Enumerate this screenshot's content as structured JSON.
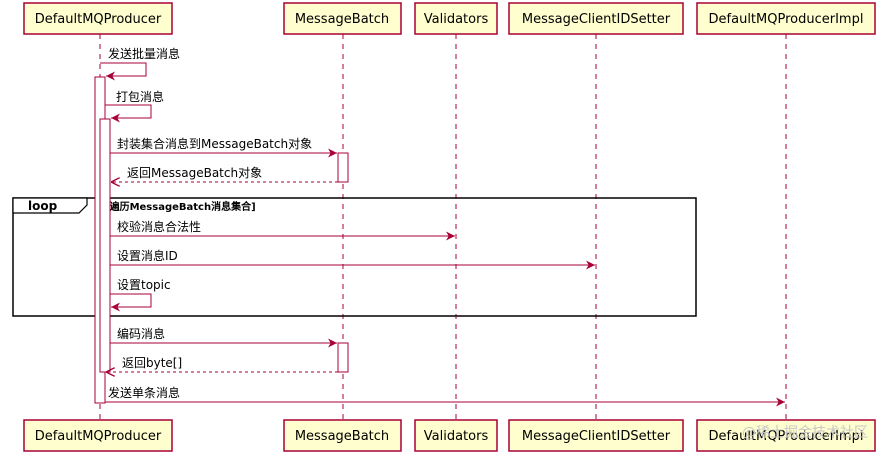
{
  "participants": [
    {
      "id": "producer",
      "label": "DefaultMQProducer"
    },
    {
      "id": "batch",
      "label": "MessageBatch"
    },
    {
      "id": "validators",
      "label": "Validators"
    },
    {
      "id": "idsetter",
      "label": "MessageClientIDSetter"
    },
    {
      "id": "impl",
      "label": "DefaultMQProducerImpl"
    }
  ],
  "messages": [
    {
      "id": "m1",
      "text": "发送批量消息"
    },
    {
      "id": "m2",
      "text": "打包消息"
    },
    {
      "id": "m3",
      "text": "封装集合消息到MessageBatch对象"
    },
    {
      "id": "m4",
      "text": "返回MessageBatch对象"
    },
    {
      "id": "m5",
      "text": "校验消息合法性"
    },
    {
      "id": "m6",
      "text": "设置消息ID"
    },
    {
      "id": "m7",
      "text": "设置topic"
    },
    {
      "id": "m8",
      "text": "编码消息"
    },
    {
      "id": "m9",
      "text": "返回byte[]"
    },
    {
      "id": "m10",
      "text": "发送单条消息"
    }
  ],
  "loop": {
    "title": "loop",
    "condition": "[遍历MessageBatch消息集合]"
  },
  "watermark": "@稀土掘金技术社区",
  "colors": {
    "participant_fill": "#FEFECE",
    "participant_border": "#A80036",
    "arrow": "#A80036",
    "lifeline": "#A80036",
    "activation_fill": "#FFFFFF"
  }
}
